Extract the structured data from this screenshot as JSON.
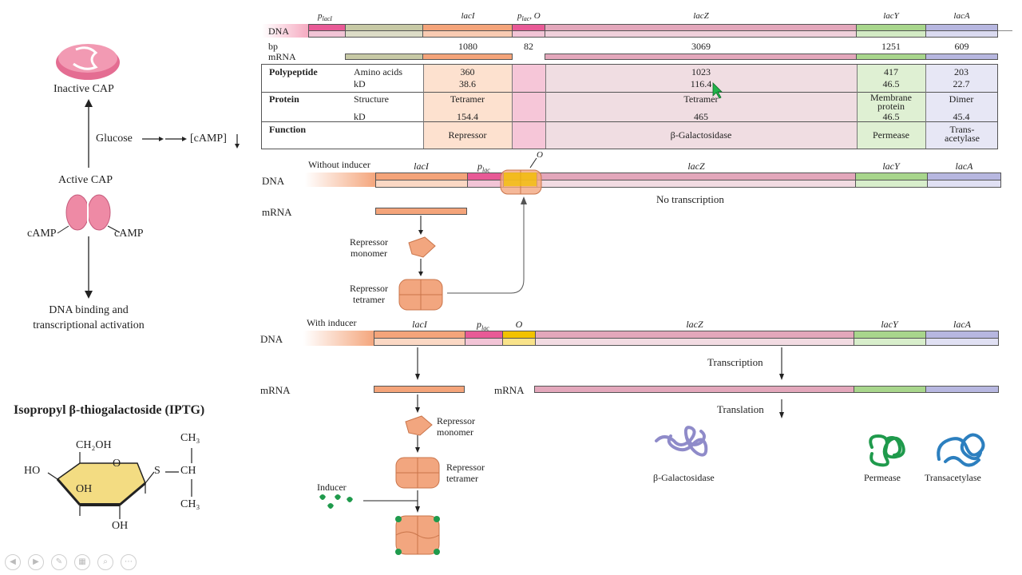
{
  "colors": {
    "laci": "#f4a47a",
    "plac": "#e85a96",
    "operator": "#f2c200",
    "lacz": "#e7b3c3",
    "lacy": "#a8d68c",
    "laca": "#b7b7e0",
    "pl_mid": "#c7c9a5",
    "repressor": "#f2a67f",
    "cap": "#ee8aa5",
    "galactosidase": "#8f8bc9",
    "permease": "#1f9a4c",
    "transacetylase": "#2c7fbf",
    "inducer": "#1f9a4c",
    "ring": "#f3dc82",
    "cursor": "#21b34a"
  },
  "left": {
    "inactive_cap": "Inactive CAP",
    "glucose": "Glucose",
    "camp_level": "[cAMP]",
    "active_cap": "Active CAP",
    "camp_left": "cAMP",
    "camp_right": "cAMP",
    "dna_binding_1": "DNA binding and",
    "dna_binding_2": "transcriptional activation",
    "iptg_title": "Isopropyl β-thiogalactoside (IPTG)",
    "iptg": {
      "ch2oh": "CH₂OH",
      "ring_o": "O",
      "ho": "HO",
      "oh_mid": "OH",
      "oh_bottom": "OH",
      "s": "S",
      "ch": "CH",
      "ch3_top": "CH₃",
      "ch3_bottom": "CH₃"
    }
  },
  "gene_map": {
    "placi": "p",
    "placi_sub": "lacI",
    "laci": "lacI",
    "placo": "p",
    "placo_sub": "lac",
    "placo_o": ", O",
    "lacz": "lacZ",
    "lacy": "lacY",
    "laca": "lacA",
    "dna": "DNA",
    "bp": "bp",
    "mrna": "mRNA",
    "bp_values": {
      "laci": "1080",
      "op": "82",
      "lacz": "3069",
      "lacy": "1251",
      "laca": "609"
    }
  },
  "table": {
    "polypeptide": "Polypeptide",
    "amino_acids": "Amino acids",
    "kd": "kD",
    "protein": "Protein",
    "structure": "Structure",
    "function": "Function",
    "aa": {
      "laci": "360",
      "lacz": "1023",
      "lacy": "417",
      "laca": "203"
    },
    "poly_kd": {
      "laci": "38.6",
      "lacz": "116.4",
      "lacy": "46.5",
      "laca": "22.7"
    },
    "structure_vals": {
      "laci": "Tetramer",
      "lacz": "Tetramer",
      "lacy": "Membrane protein",
      "laca": "Dimer"
    },
    "prot_kd": {
      "laci": "154.4",
      "lacz": "465",
      "lacy": "46.5",
      "laca": "45.4"
    },
    "functions": {
      "laci": "Repressor",
      "lacz": "β-Galactosidase",
      "lacy": "Permease",
      "laca": "Trans- acetylase"
    }
  },
  "without": {
    "title": "Without inducer",
    "dna": "DNA",
    "laci": "lacI",
    "plac": "p",
    "plac_sub": "lac",
    "o": "O",
    "lacz": "lacZ",
    "lacy": "lacY",
    "laca": "lacA",
    "no_transcription": "No transcription",
    "mrna": "mRNA",
    "rep_mono_1": "Repressor",
    "rep_mono_2": "monomer",
    "rep_tetra_1": "Repressor",
    "rep_tetra_2": "tetramer"
  },
  "with": {
    "title": "With inducer",
    "dna": "DNA",
    "laci": "lacI",
    "plac": "p",
    "plac_sub": "lac",
    "o": "O",
    "lacz": "lacZ",
    "lacy": "lacY",
    "laca": "lacA",
    "mrna_left": "mRNA",
    "mrna_right": "mRNA",
    "transcription": "Transcription",
    "translation": "Translation",
    "rep_mono_1": "Repressor",
    "rep_mono_2": "monomer",
    "rep_tetra_1": "Repressor",
    "rep_tetra_2": "tetramer",
    "inducer": "Inducer",
    "galactosidase": "β-Galactosidase",
    "permease": "Permease",
    "transacetylase": "Transacetylase"
  },
  "toolbar": [
    "previous-icon",
    "next-icon",
    "pen-icon",
    "slides-icon",
    "zoom-icon",
    "more-icon"
  ]
}
